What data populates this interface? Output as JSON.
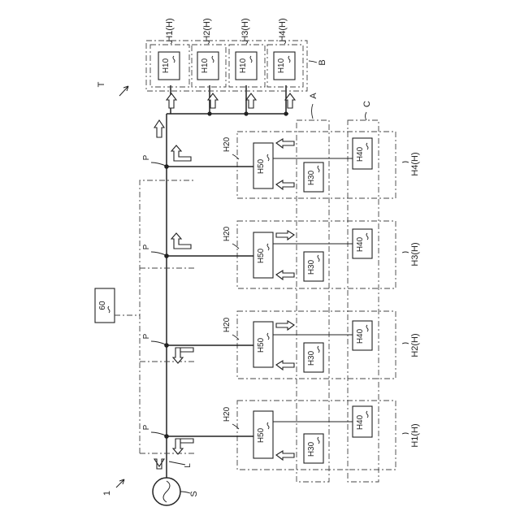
{
  "system_label": "1",
  "source_label": "S",
  "main_line_label": "L",
  "junction_label": "P",
  "controller_label": "60",
  "transfer_label": "T",
  "group_label_A": "A",
  "group_label_B": "B",
  "group_label_C": "C",
  "top_units": [
    {
      "title": "H1(H)",
      "inner": "H10"
    },
    {
      "title": "H2(H)",
      "inner": "H10"
    },
    {
      "title": "H3(H)",
      "inner": "H10"
    },
    {
      "title": "H4(H)",
      "inner": "H10"
    }
  ],
  "rows": [
    {
      "title": "H1(H)",
      "ref": "H20",
      "h50": "H50",
      "h30": "H30",
      "h40": "H40"
    },
    {
      "title": "H2(H)",
      "ref": "H20",
      "h50": "H50",
      "h30": "H30",
      "h40": "H40"
    },
    {
      "title": "H3(H)",
      "ref": "H20",
      "h50": "H50",
      "h30": "H30",
      "h40": "H40"
    },
    {
      "title": "H4(H)",
      "ref": "H20",
      "h50": "H50",
      "h30": "H30",
      "h40": "H40"
    }
  ]
}
